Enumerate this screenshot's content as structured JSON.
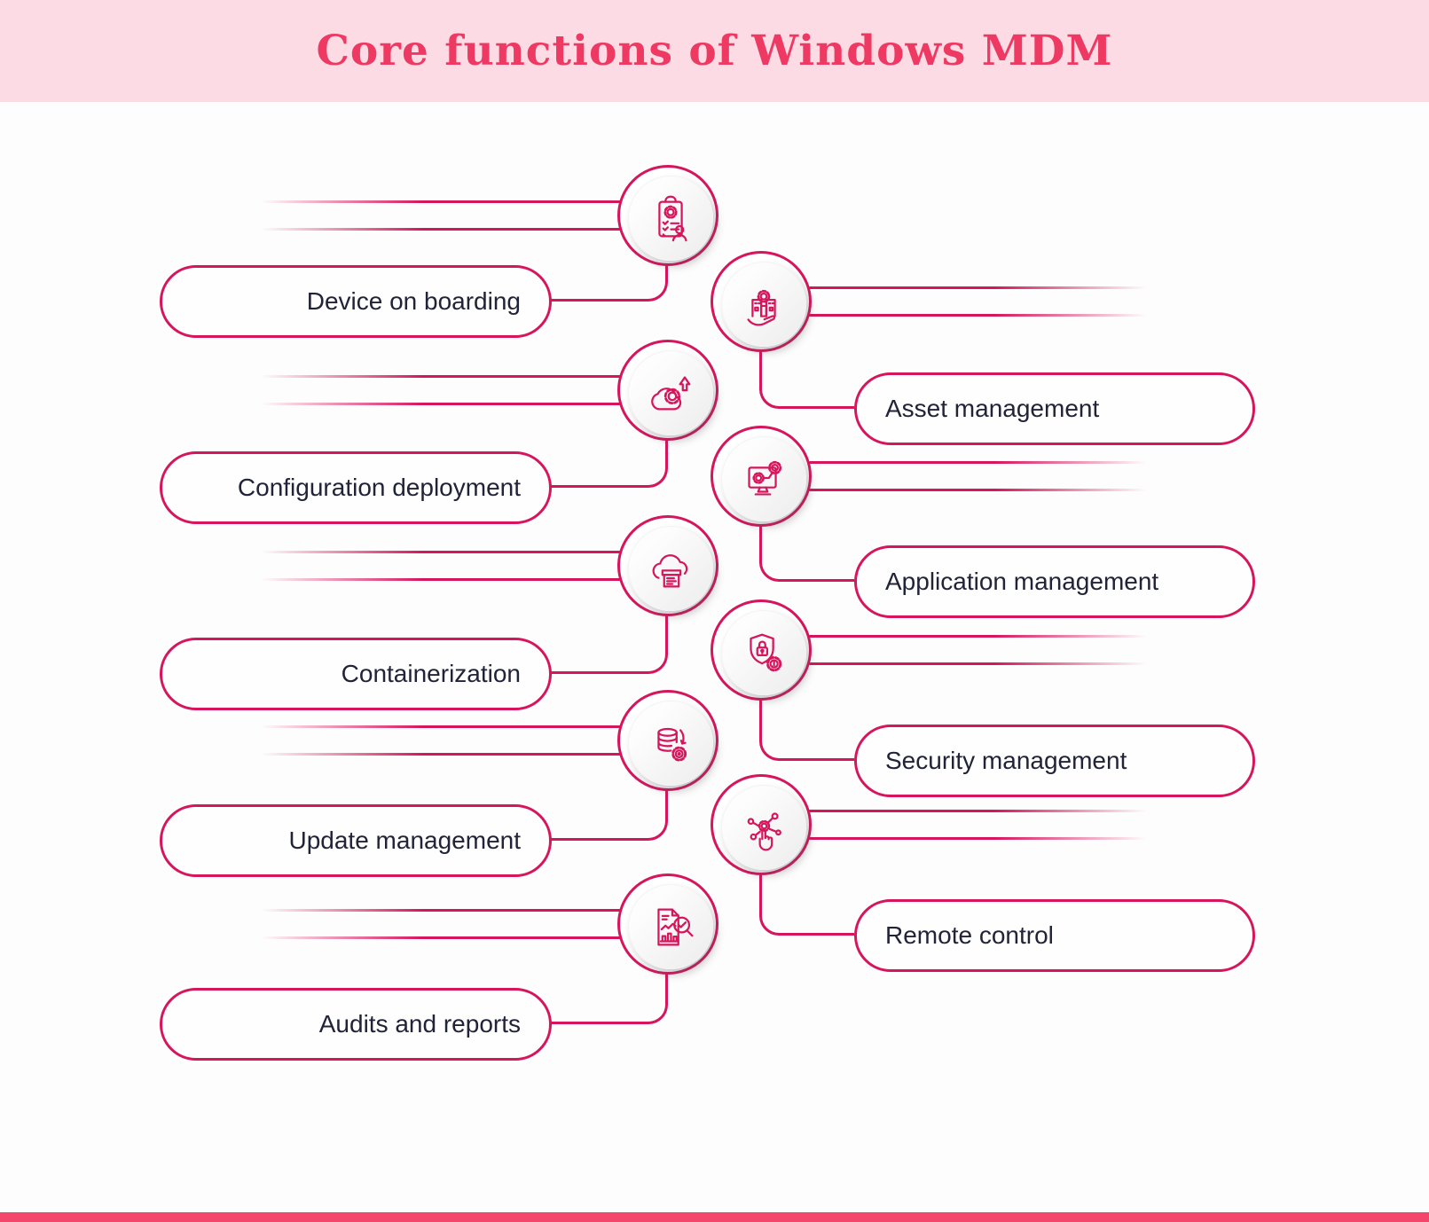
{
  "title": "Core functions of Windows MDM",
  "colors": {
    "header_bg": "#fcdbe4",
    "title_text": "#ee3a63",
    "accent_stroke": "#d6155c",
    "label_text": "#212338",
    "footer_bar": "#f4466b",
    "page_bg": "#fdfdfd",
    "disc_gray": "#ececec"
  },
  "items": [
    {
      "side": "left",
      "label": "Device on boarding",
      "icon": "clipboard-checklist-person-icon"
    },
    {
      "side": "right",
      "label": "Asset management",
      "icon": "building-gear-hand-icon"
    },
    {
      "side": "left",
      "label": "Configuration deployment",
      "icon": "cloud-gear-upload-icon"
    },
    {
      "side": "right",
      "label": "Application management",
      "icon": "monitor-gears-icon"
    },
    {
      "side": "left",
      "label": "Containerization",
      "icon": "cloud-container-icon"
    },
    {
      "side": "right",
      "label": "Security management",
      "icon": "shield-lock-gear-icon"
    },
    {
      "side": "left",
      "label": "Update management",
      "icon": "database-sync-gear-icon"
    },
    {
      "side": "right",
      "label": "Remote control",
      "icon": "network-touch-icon"
    },
    {
      "side": "left",
      "label": "Audits and reports",
      "icon": "report-chart-magnifier-icon"
    }
  ]
}
